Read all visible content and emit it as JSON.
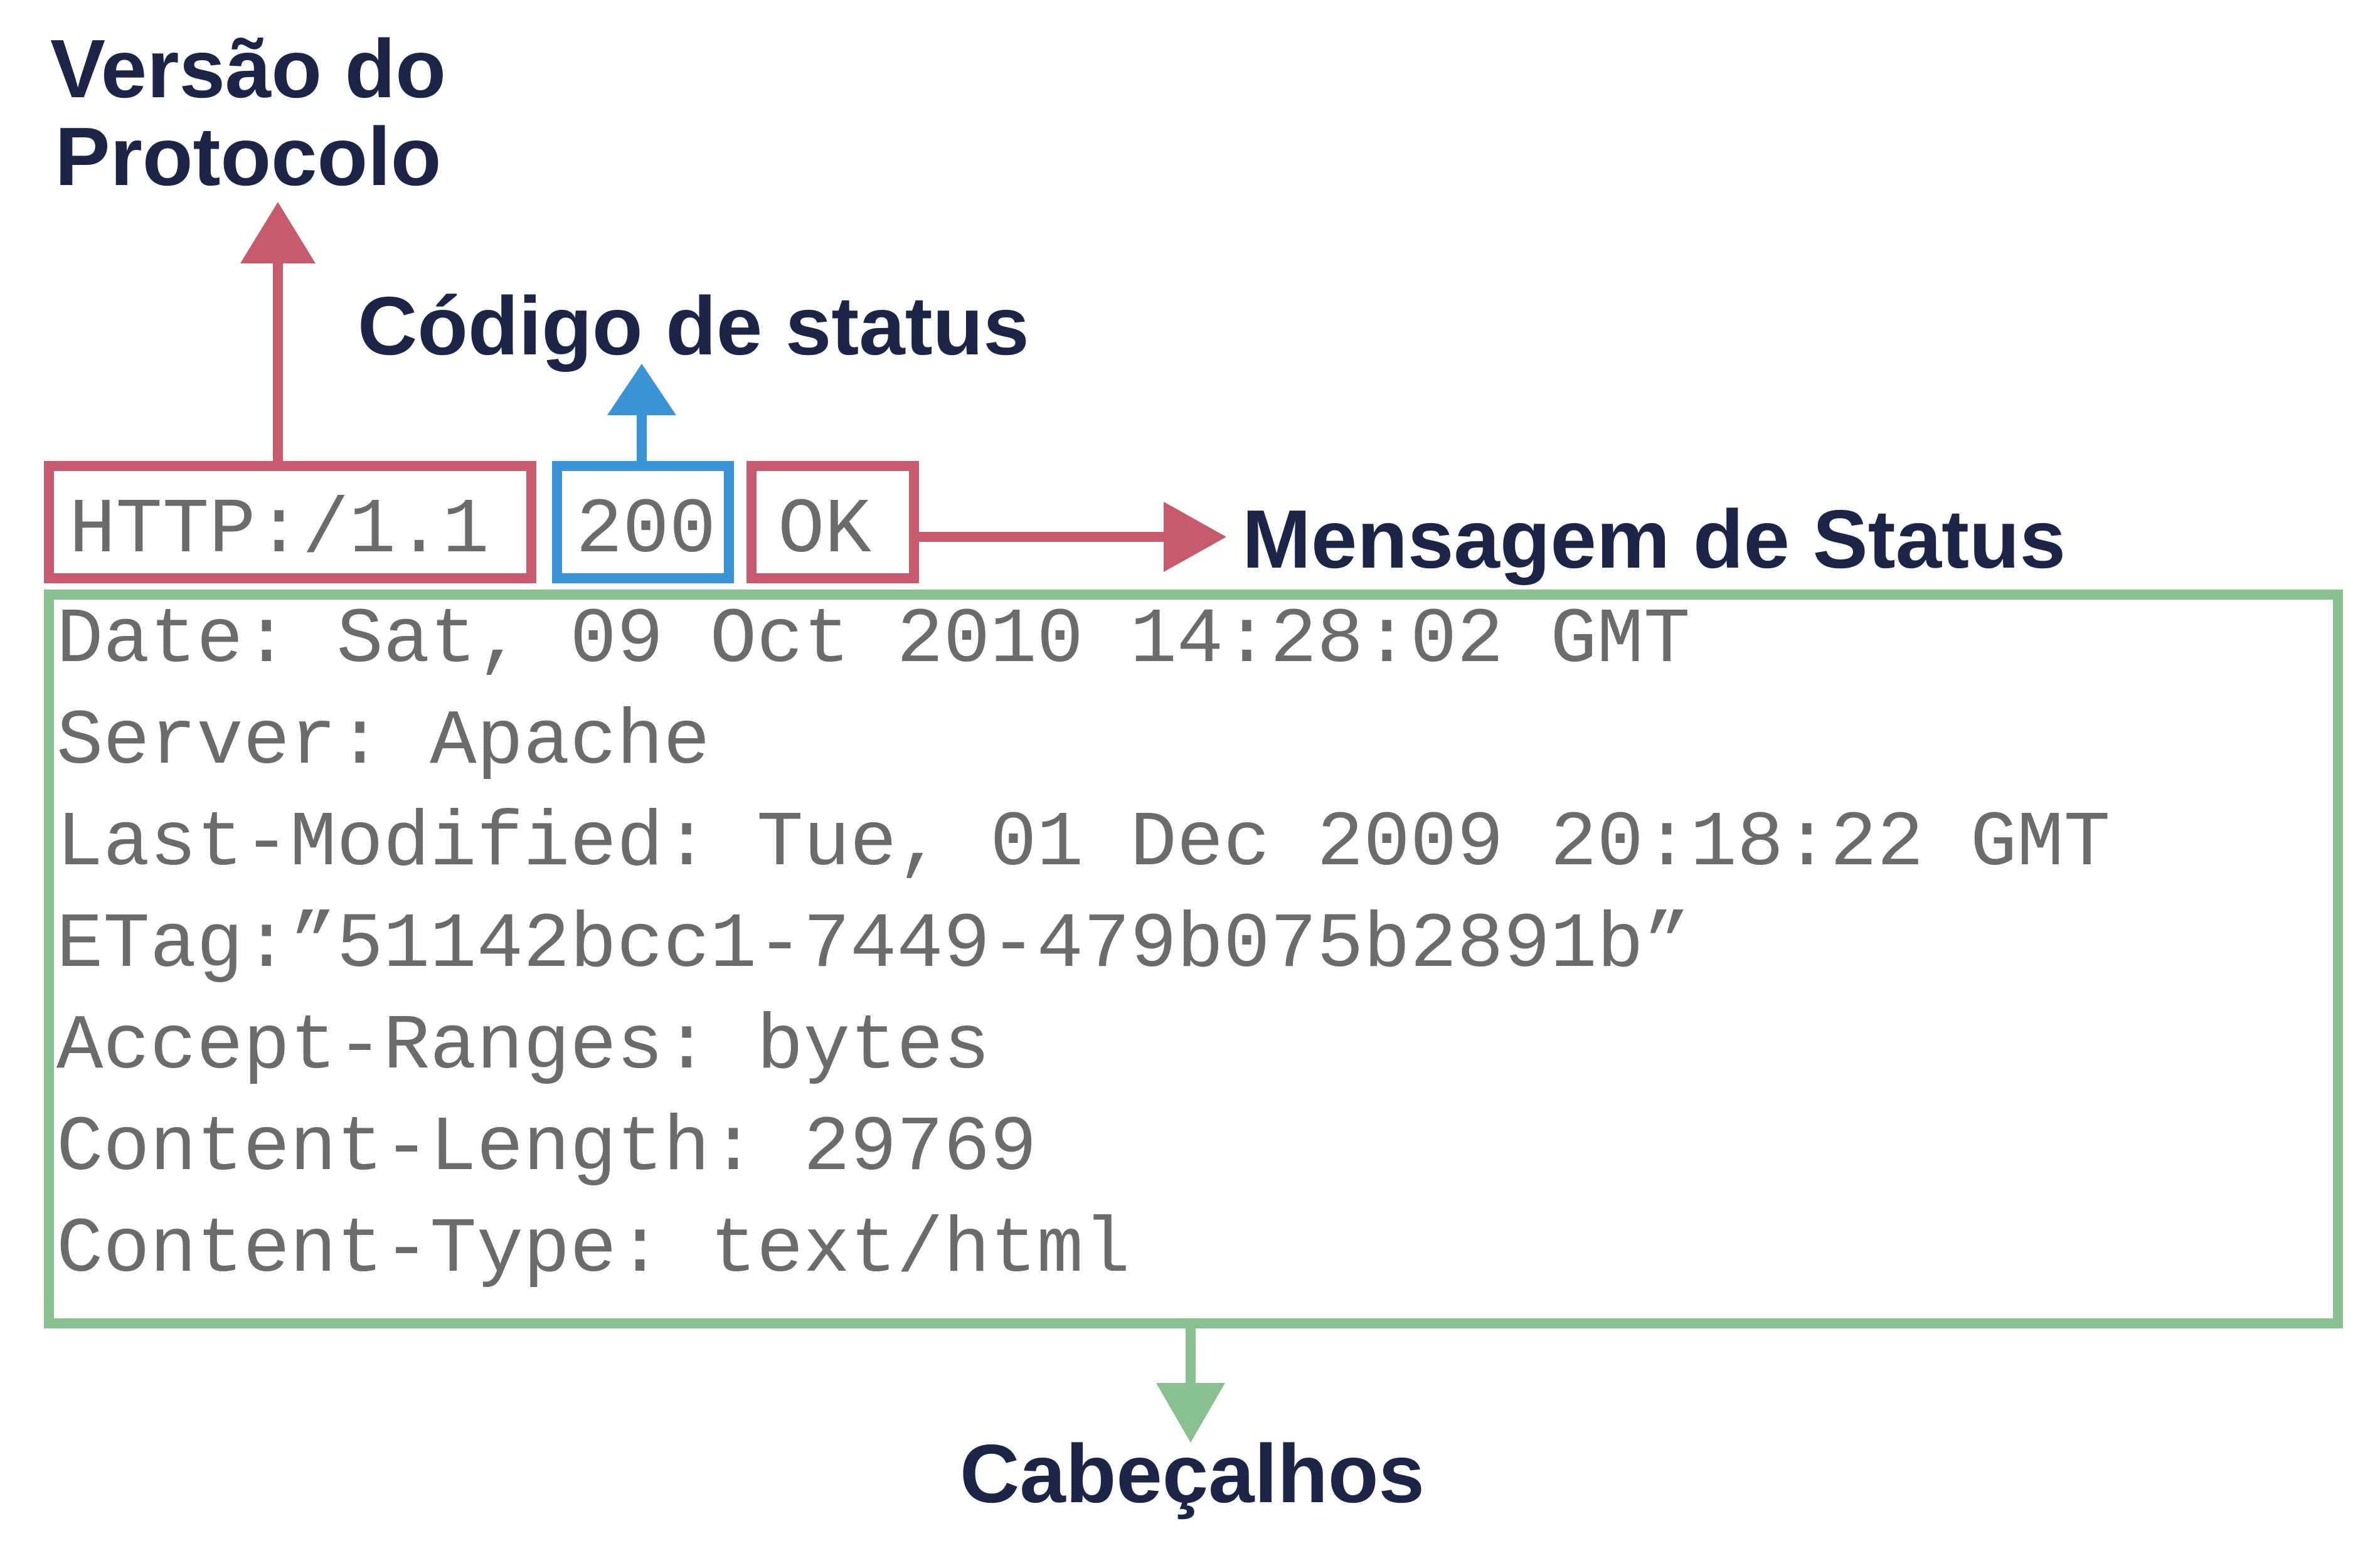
{
  "labels": {
    "protocol_version": "Versão do\nProtocolo",
    "status_code": "Código de status",
    "status_message": "Mensagem de Status",
    "headers": "Cabeçalhos"
  },
  "status_line": {
    "protocol": "HTTP:/1.1",
    "code": "200",
    "message": "OK"
  },
  "headers": [
    "Date: Sat, 09 Oct 2010 14:28:02 GMT",
    "Server: Apache",
    "Last-Modified: Tue, 01 Dec 2009 20:18:22 GMT",
    "ETag:”51142bcc1-7449-479b075b2891b”",
    "Accept-Ranges: bytes",
    "Content-Length: 29769",
    "Content-Type: text/html"
  ],
  "colors": {
    "protocol": "#c85a6e",
    "status_code": "#3a93d4",
    "status_message": "#c85a6e",
    "headers": "#88c090",
    "label_text": "#1c2447",
    "mono_text": "#6b6b6b"
  }
}
